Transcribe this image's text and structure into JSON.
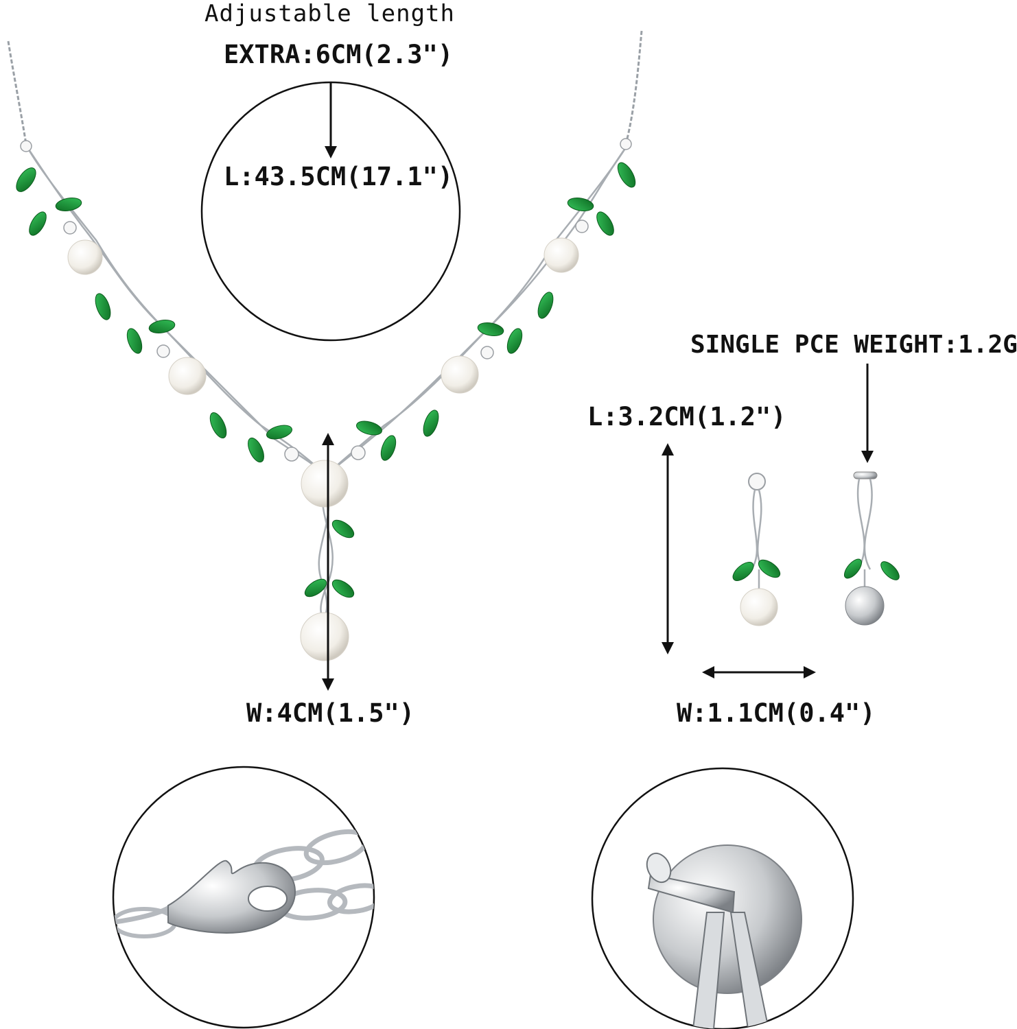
{
  "labels": {
    "adjustable": "Adjustable length",
    "extra": "EXTRA:6CM(2.3\")",
    "necklace_length": "L:43.5CM(17.1\")",
    "single_weight": "SINGLE PCE WEIGHT:1.2G",
    "earring_length": "L:3.2CM(1.2\")",
    "necklace_width": "W:4CM(1.5\")",
    "earring_width": "W:1.1CM(0.4\")"
  },
  "colors": {
    "leaf": "#1f9a3c",
    "leaf_dark": "#0d6b22",
    "pearl": "#f4f1ea",
    "silver": "#b9bcc0",
    "line": "#111111"
  }
}
